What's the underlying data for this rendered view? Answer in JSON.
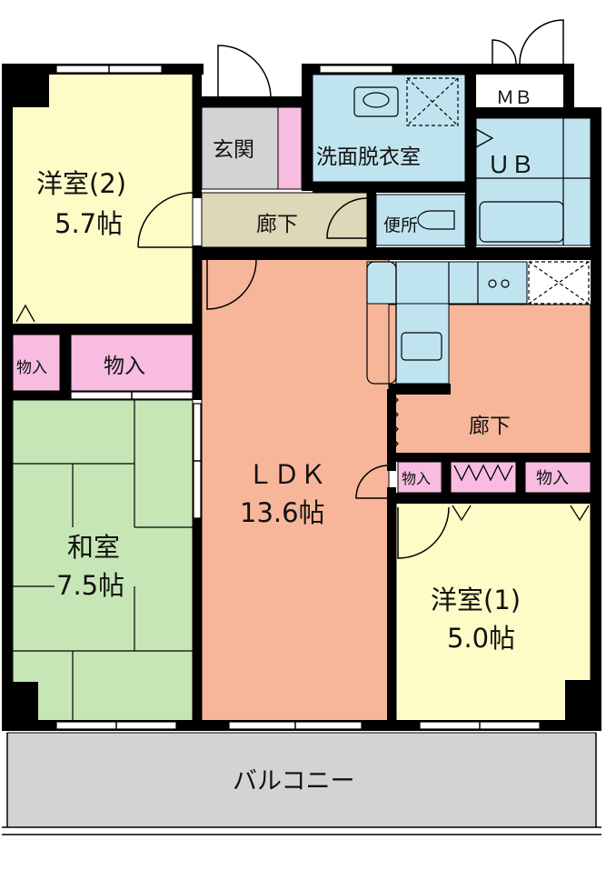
{
  "floorplan": {
    "rooms": {
      "western2": {
        "name": "洋室(2)",
        "size": "5.7帖"
      },
      "western1": {
        "name": "洋室(1)",
        "size": "5.0帖"
      },
      "japanese": {
        "name": "和室",
        "size": "7.5帖"
      },
      "ldk": {
        "name": "ＬＤＫ",
        "size": "13.6帖"
      },
      "entrance": {
        "name": "玄関"
      },
      "washroom": {
        "name": "洗面脱衣室"
      },
      "bath": {
        "name": "ＵＢ"
      },
      "toilet": {
        "name": "便所"
      },
      "meter_box": {
        "name": "ＭＢ"
      },
      "hall_upper": {
        "name": "廊下"
      },
      "hall_right": {
        "name": "廊下"
      },
      "closet_a": {
        "name": "物入"
      },
      "closet_b": {
        "name": "物入"
      },
      "closet_c": {
        "name": "物入"
      },
      "closet_d": {
        "name": "物入"
      },
      "balcony": {
        "name": "バルコニー"
      }
    },
    "colors": {
      "western": "#fdfbc6",
      "japanese": "#c6e6b6",
      "ldk": "#f7b69a",
      "hall": "#ded7b8",
      "wet": "#bfe4f0",
      "closet": "#f7bce0",
      "entrance": "#d3d3d3",
      "balcony": "#d3d3d3",
      "wall": "#000000"
    }
  }
}
